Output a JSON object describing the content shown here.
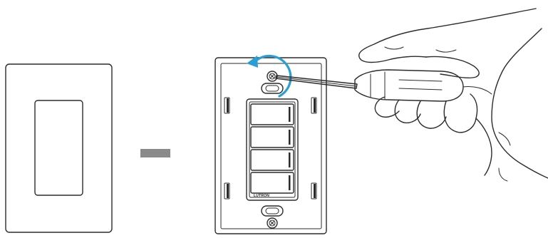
{
  "diagram": {
    "device_brand": "LUTRON",
    "button_count": 4,
    "colors": {
      "stroke": "#2b2b2b",
      "arrow": "#2a9fd6",
      "minus": "#8a8a8a",
      "background": "#ffffff"
    },
    "icons": [
      "wallplate",
      "minus-sign",
      "switch-adapter",
      "screwdriver",
      "hand",
      "rotate-counterclockwise-arrow"
    ]
  }
}
